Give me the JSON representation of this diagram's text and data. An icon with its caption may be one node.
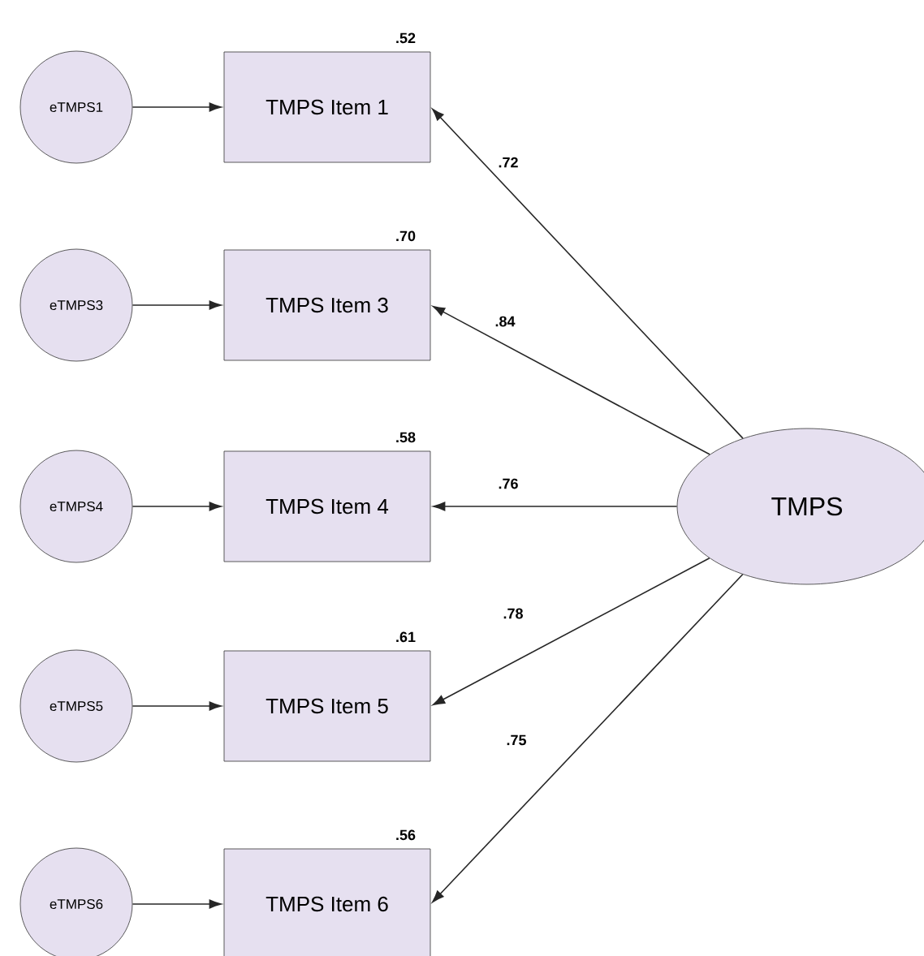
{
  "diagram": {
    "nodes": [
      {
        "text": [
          "eTMPS1"
        ]
      },
      {
        "text": [
          "TMPS Item 1"
        ],
        "beside": [
          ".52"
        ]
      },
      {
        "text": [
          "eTMPS3"
        ]
      },
      {
        "text": [
          "TMPS Item 3"
        ],
        "beside": [
          ".70"
        ]
      },
      {
        "text": [
          "eTMPS4"
        ]
      },
      {
        "text": [
          "TMPS Item 4"
        ],
        "beside": [
          ".58"
        ]
      },
      {
        "text": [
          "TMPS"
        ]
      },
      {
        "text": [
          "eTMPS5"
        ]
      },
      {
        "text": [
          "TMPS Item 5"
        ],
        "beside": [
          ".61"
        ]
      },
      {
        "text": [
          "eTMPS6"
        ]
      },
      {
        "text": [
          "TMPS Item 6"
        ],
        "beside": [
          ".56"
        ]
      }
    ],
    "edges": [
      {
        "from": 0,
        "to": 1,
        "arrow": "to"
      },
      {
        "from": 2,
        "to": 3,
        "arrow": "to"
      },
      {
        "from": 4,
        "to": 5,
        "arrow": "to"
      },
      {
        "from": 7,
        "to": 8,
        "arrow": "to"
      },
      {
        "from": 9,
        "to": 10,
        "arrow": "to"
      },
      {
        "from": 6,
        "to": 1,
        "arrow": "to",
        "label": ".72"
      },
      {
        "from": 6,
        "to": 3,
        "arrow": "to",
        "label": ".84"
      },
      {
        "from": 6,
        "to": 5,
        "arrow": "to",
        "label": ".76"
      },
      {
        "from": 6,
        "to": 8,
        "arrow": "to",
        "label": ".78"
      },
      {
        "from": 6,
        "to": 10,
        "arrow": "to",
        "label": ".75"
      }
    ]
  }
}
